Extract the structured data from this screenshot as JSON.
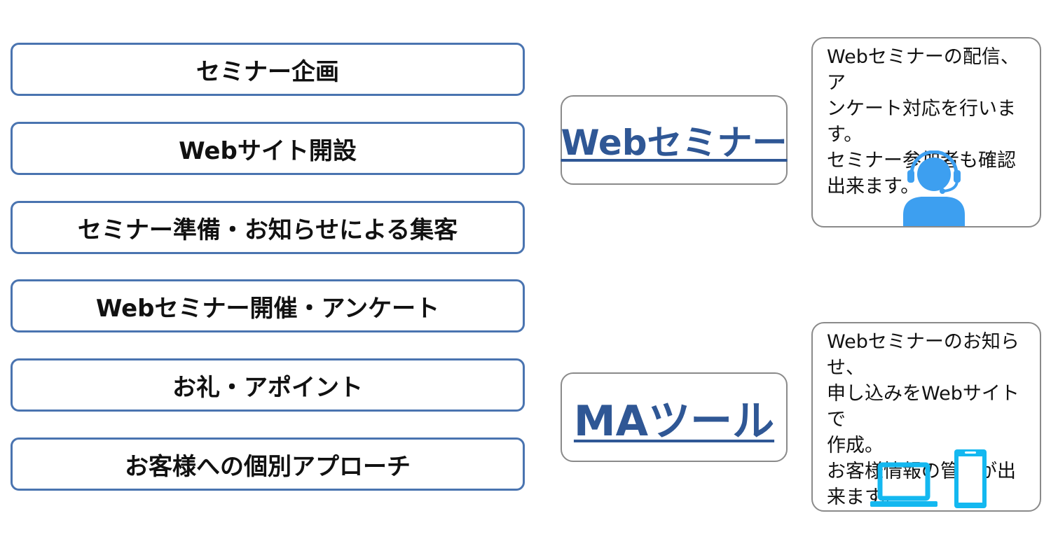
{
  "steps": [
    "セミナー企画",
    "Webサイト開設",
    "セミナー準備・お知らせによる集客",
    "Webセミナー開催・アンケート",
    "お礼・アポイント",
    "お客様への個別アプローチ"
  ],
  "tools": {
    "webinar": {
      "label": "Webセミナー",
      "description": "Webセミナーの配信、ア\nンケート対応を行います。\nセミナー参加者も確認\n出来ます。",
      "icon": "headset-operator-icon"
    },
    "ma": {
      "label": "MAツール",
      "description": "Webセミナーのお知らせ、\n申し込みをWebサイトで\n作成。\nお客様情報の管理が出\n来ます。",
      "icons": [
        "laptop-icon",
        "smartphone-icon"
      ]
    }
  },
  "colors": {
    "step_border": "#4a74b0",
    "tool_label": "#2f5795",
    "box_border": "#8a8a8a",
    "icon_blue": "#3d9ff0",
    "icon_cyan": "#14b8f0"
  }
}
